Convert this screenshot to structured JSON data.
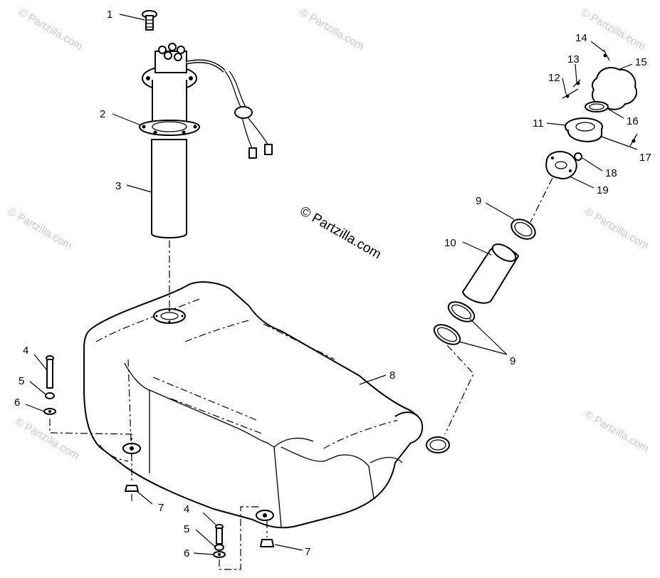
{
  "watermark": {
    "repeat_text": "© Partzilla.com",
    "center_text": "© Partzilla.com"
  },
  "callouts": {
    "c1": "1",
    "c2": "2",
    "c3": "3",
    "c4a": "4",
    "c5a": "5",
    "c6a": "6",
    "c7a": "7",
    "c8": "8",
    "c9a": "9",
    "c9b": "9",
    "c10": "10",
    "c11": "11",
    "c12": "12",
    "c13": "13",
    "c14": "14",
    "c15": "15",
    "c16": "16",
    "c17": "17",
    "c18": "18",
    "c19": "19",
    "c4b": "4",
    "c5b": "5",
    "c6b": "6",
    "c7b": "7"
  }
}
